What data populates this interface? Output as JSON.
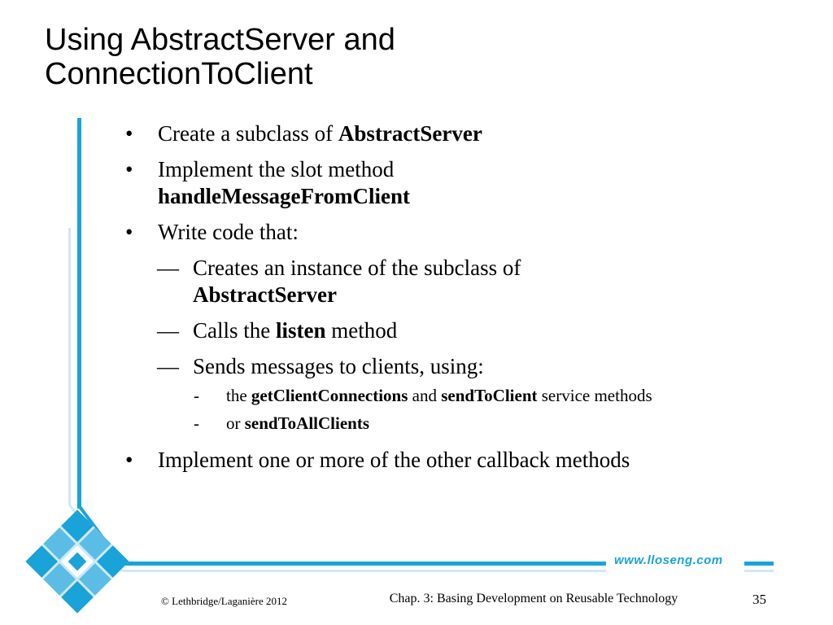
{
  "slide": {
    "title_line1": "Using AbstractServer and",
    "title_line2": "ConnectionToClient",
    "bullets": {
      "b1_text": "Create a subclass of ",
      "b1_bold": "AbstractServer",
      "b2_text": "Implement the slot method",
      "b2_bold": "handleMessageFromClient",
      "b3_text": "Write code that:",
      "s1_text": "Creates an instance of the subclass of",
      "s1_bold": "AbstractServer",
      "s2_pre": "Calls the ",
      "s2_bold": "listen",
      "s2_post": " method",
      "s3_text": "Sends messages to clients, using:",
      "t1_pre": " the ",
      "t1_bold1": "getClientConnections",
      "t1_mid": " and  ",
      "t1_bold2": "sendToClient",
      "t1_post": " service methods",
      "t2_pre": "or ",
      "t2_bold": "sendToAllClients",
      "b4_text": "Implement one or more of the other callback methods"
    },
    "markers": {
      "bullet": "•",
      "dash_long": "—",
      "dash_short": "-"
    }
  },
  "footer": {
    "copyright": "© Lethbridge/Laganière 2012",
    "chapter": "Chap. 3: Basing Development on Reusable Technology",
    "page_number": "35",
    "url": "www.lloseng.com"
  },
  "colors": {
    "accent_blue": "#1aa3d8",
    "light_blue": "#cde9f7",
    "mid_blue": "#5bbde6"
  }
}
